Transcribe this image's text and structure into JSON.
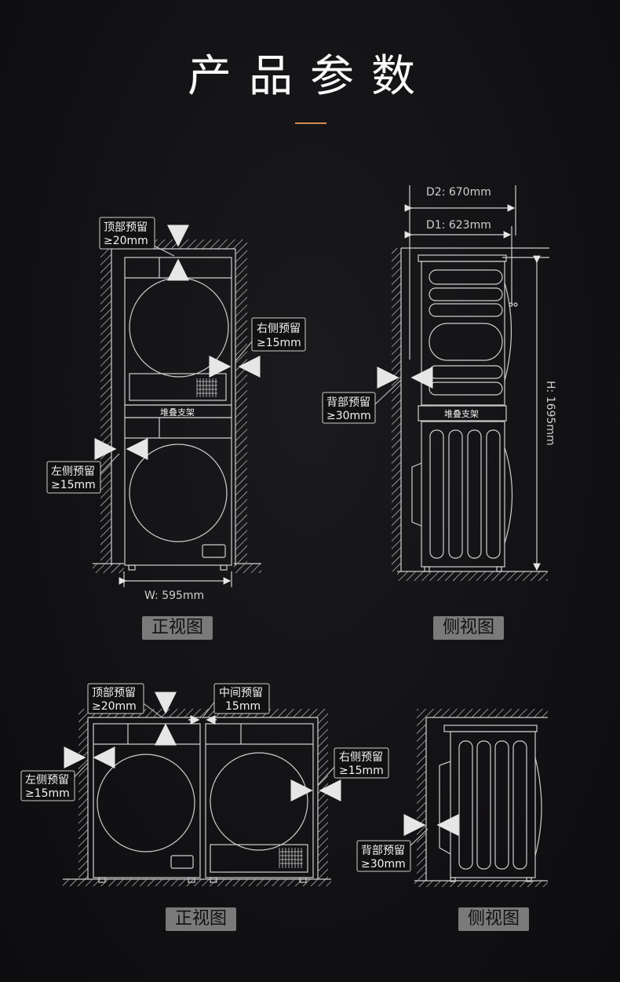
{
  "title": "产品参数",
  "colors": {
    "line": "#d0d0d0",
    "accent": "#d58a55",
    "caption_bg": "#7a7a7a"
  },
  "stacked": {
    "front": {
      "top_clearance": {
        "name": "顶部预留",
        "value": "≥20mm"
      },
      "right_clearance": {
        "name": "右侧预留",
        "value": "≥15mm"
      },
      "left_clearance": {
        "name": "左侧预留",
        "value": "≥15mm"
      },
      "bracket_label": "堆叠支架",
      "width": "W: 595mm",
      "caption": "正视图"
    },
    "side": {
      "d2": "D2: 670mm",
      "d1": "D1: 623mm",
      "back_clearance": {
        "name": "背部预留",
        "value": "≥30mm"
      },
      "bracket_label": "堆叠支架",
      "height": "H: 1695mm",
      "caption": "侧视图"
    }
  },
  "side_by_side": {
    "front": {
      "top_clearance": {
        "name": "顶部预留",
        "value": "≥20mm"
      },
      "middle_clearance": {
        "name": "中间预留",
        "value": "15mm"
      },
      "left_clearance": {
        "name": "左侧预留",
        "value": "≥15mm"
      },
      "right_clearance": {
        "name": "右侧预留",
        "value": "≥15mm"
      },
      "caption": "正视图"
    },
    "side": {
      "back_clearance": {
        "name": "背部预留",
        "value": "≥30mm"
      },
      "caption": "侧视图"
    }
  }
}
